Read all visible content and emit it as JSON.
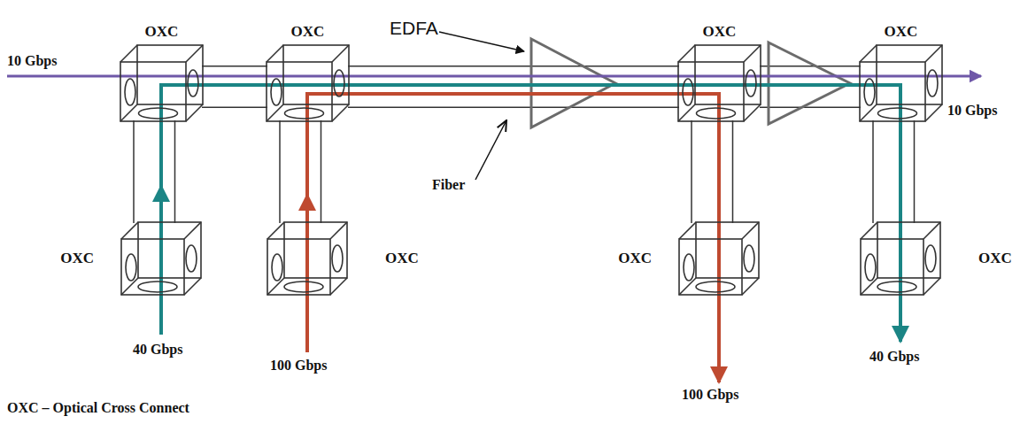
{
  "diagram": {
    "nodes": [
      {
        "text": [
          "OXC"
        ]
      },
      {
        "text": [
          "OXC"
        ]
      },
      {
        "text": [
          "OXC"
        ]
      },
      {
        "text": [
          "OXC"
        ]
      },
      {
        "text": [
          "OXC"
        ]
      },
      {
        "text": [
          "OXC"
        ]
      },
      {
        "text": [
          "OXC"
        ]
      },
      {
        "text": [
          "OXC"
        ]
      }
    ],
    "edges": [
      {
        "from": 0,
        "to": 1,
        "arrow": "none"
      },
      {
        "from": 1,
        "to": 2,
        "arrow": "none"
      },
      {
        "from": 2,
        "to": 3,
        "arrow": "none"
      },
      {
        "from": 0,
        "to": 4,
        "arrow": "none"
      },
      {
        "from": 1,
        "to": 5,
        "arrow": "none"
      },
      {
        "from": 2,
        "to": 6,
        "arrow": "none"
      },
      {
        "from": 3,
        "to": 7,
        "arrow": "none"
      }
    ],
    "labels": [
      "10 Gbps",
      "10 Gbps",
      "EDFA",
      "Fiber",
      "40 Gbps",
      "100 Gbps",
      "100 Gbps",
      "40 Gbps",
      "OXC – Optical Cross Connect"
    ]
  }
}
